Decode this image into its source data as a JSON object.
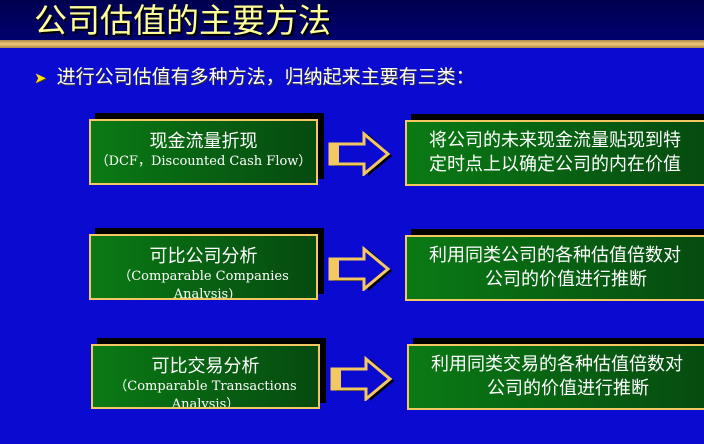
{
  "title": "公司估值的主要方法",
  "intro": "进行公司估值有多种方法，归纳起来主要有三类：",
  "methods": [
    {
      "name": "现金流量折现",
      "sub": "（DCF，Discounted Cash Flow）",
      "desc1": "将公司的未来现金流量贴现到特",
      "desc2": "定时点上以确定公司的内在价值"
    },
    {
      "name": "可比公司分析",
      "sub": "（Comparable Companies Analysis)",
      "desc1": "利用同类公司的各种估值倍数对",
      "desc2": "公司的价值进行推断"
    },
    {
      "name": "可比交易分析",
      "sub": "（Comparable Transactions Analysis）",
      "desc1": "利用同类交易的各种估值倍数对",
      "desc2": "公司的价值进行推断"
    }
  ]
}
